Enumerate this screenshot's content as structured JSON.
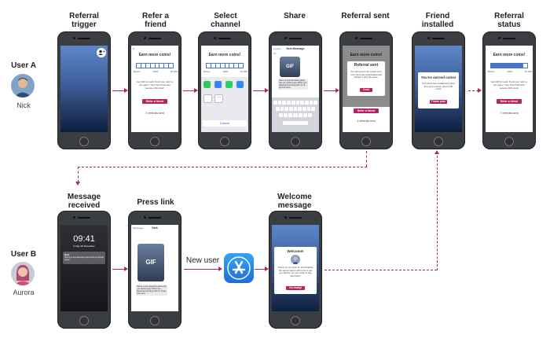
{
  "colors": {
    "accent": "#b5245f",
    "bar_fill": "#4a76c7",
    "phone": "#3a3d42",
    "app_store": "#2b7de0"
  },
  "users": [
    {
      "label": "User A",
      "name": "Nick"
    },
    {
      "label": "User B",
      "name": "Aurora"
    }
  ],
  "steps_a": [
    {
      "title": "Referral\ntrigger"
    },
    {
      "title": "Refer a\nfriend"
    },
    {
      "title": "Select\nchannel"
    },
    {
      "title": "Share"
    },
    {
      "title": "Referral sent"
    },
    {
      "title": "Friend\ninstalled"
    },
    {
      "title": "Referral\nstatus"
    }
  ],
  "steps_b": [
    {
      "title": "Message\nreceived"
    },
    {
      "title": "Press link"
    },
    {
      "title": "Welcome\nmessage"
    }
  ],
  "new_user_label": "New user",
  "screens": {
    "earn_title": "Earn more coins!",
    "bonus_label": "Bonus",
    "bonus_1000": "1000",
    "bonus_10000": "10 000",
    "refer_body": "Get 100 for each friend you refer to our game. Your friend will also receive 100 coins!",
    "refer_button": "Refer a friend",
    "referrals_0": "0 referrals sent",
    "referrals_1": "1 referrals sent",
    "referrals_7": "7 referrals sent",
    "new_message": "New Message",
    "to_label": "To:",
    "cancel_label": "Cancel",
    "send_label": "Send",
    "gif_label": "GIF",
    "share_body": "Here's a new awesome game that you would enjoy! When you download and play with me I'll get 100 coins",
    "cancel_sheet": "Cancel",
    "referral_sent_title": "Referral sent",
    "referral_sent_body": "You will receive the reward once your friend has downloaded and started to play the game.",
    "cool_button": "Cool",
    "earned_title": "You've earned coins!",
    "earned_body": "Your friend has installed the game from your referral. Here's 100 coins!",
    "thank_button": "Thank you!",
    "lock_time": "09:41",
    "lock_date": "Friday 20 December",
    "notif_app": "Nick",
    "notif_body": "Here's a new awesome game that you would enjoy!",
    "messages_back": "Messages",
    "messages_contact": "Nick",
    "press_link_body": "Here's a new awesome game that you would enjoy! When you download and play with me I'll get 100 coins",
    "welcome_title": "Welcome!",
    "welcome_body": "Thank you so much for downloading this game! Here's 100 coins to get you started. Are you ready to play with Nick?",
    "ready_button": "I'm ready!"
  }
}
